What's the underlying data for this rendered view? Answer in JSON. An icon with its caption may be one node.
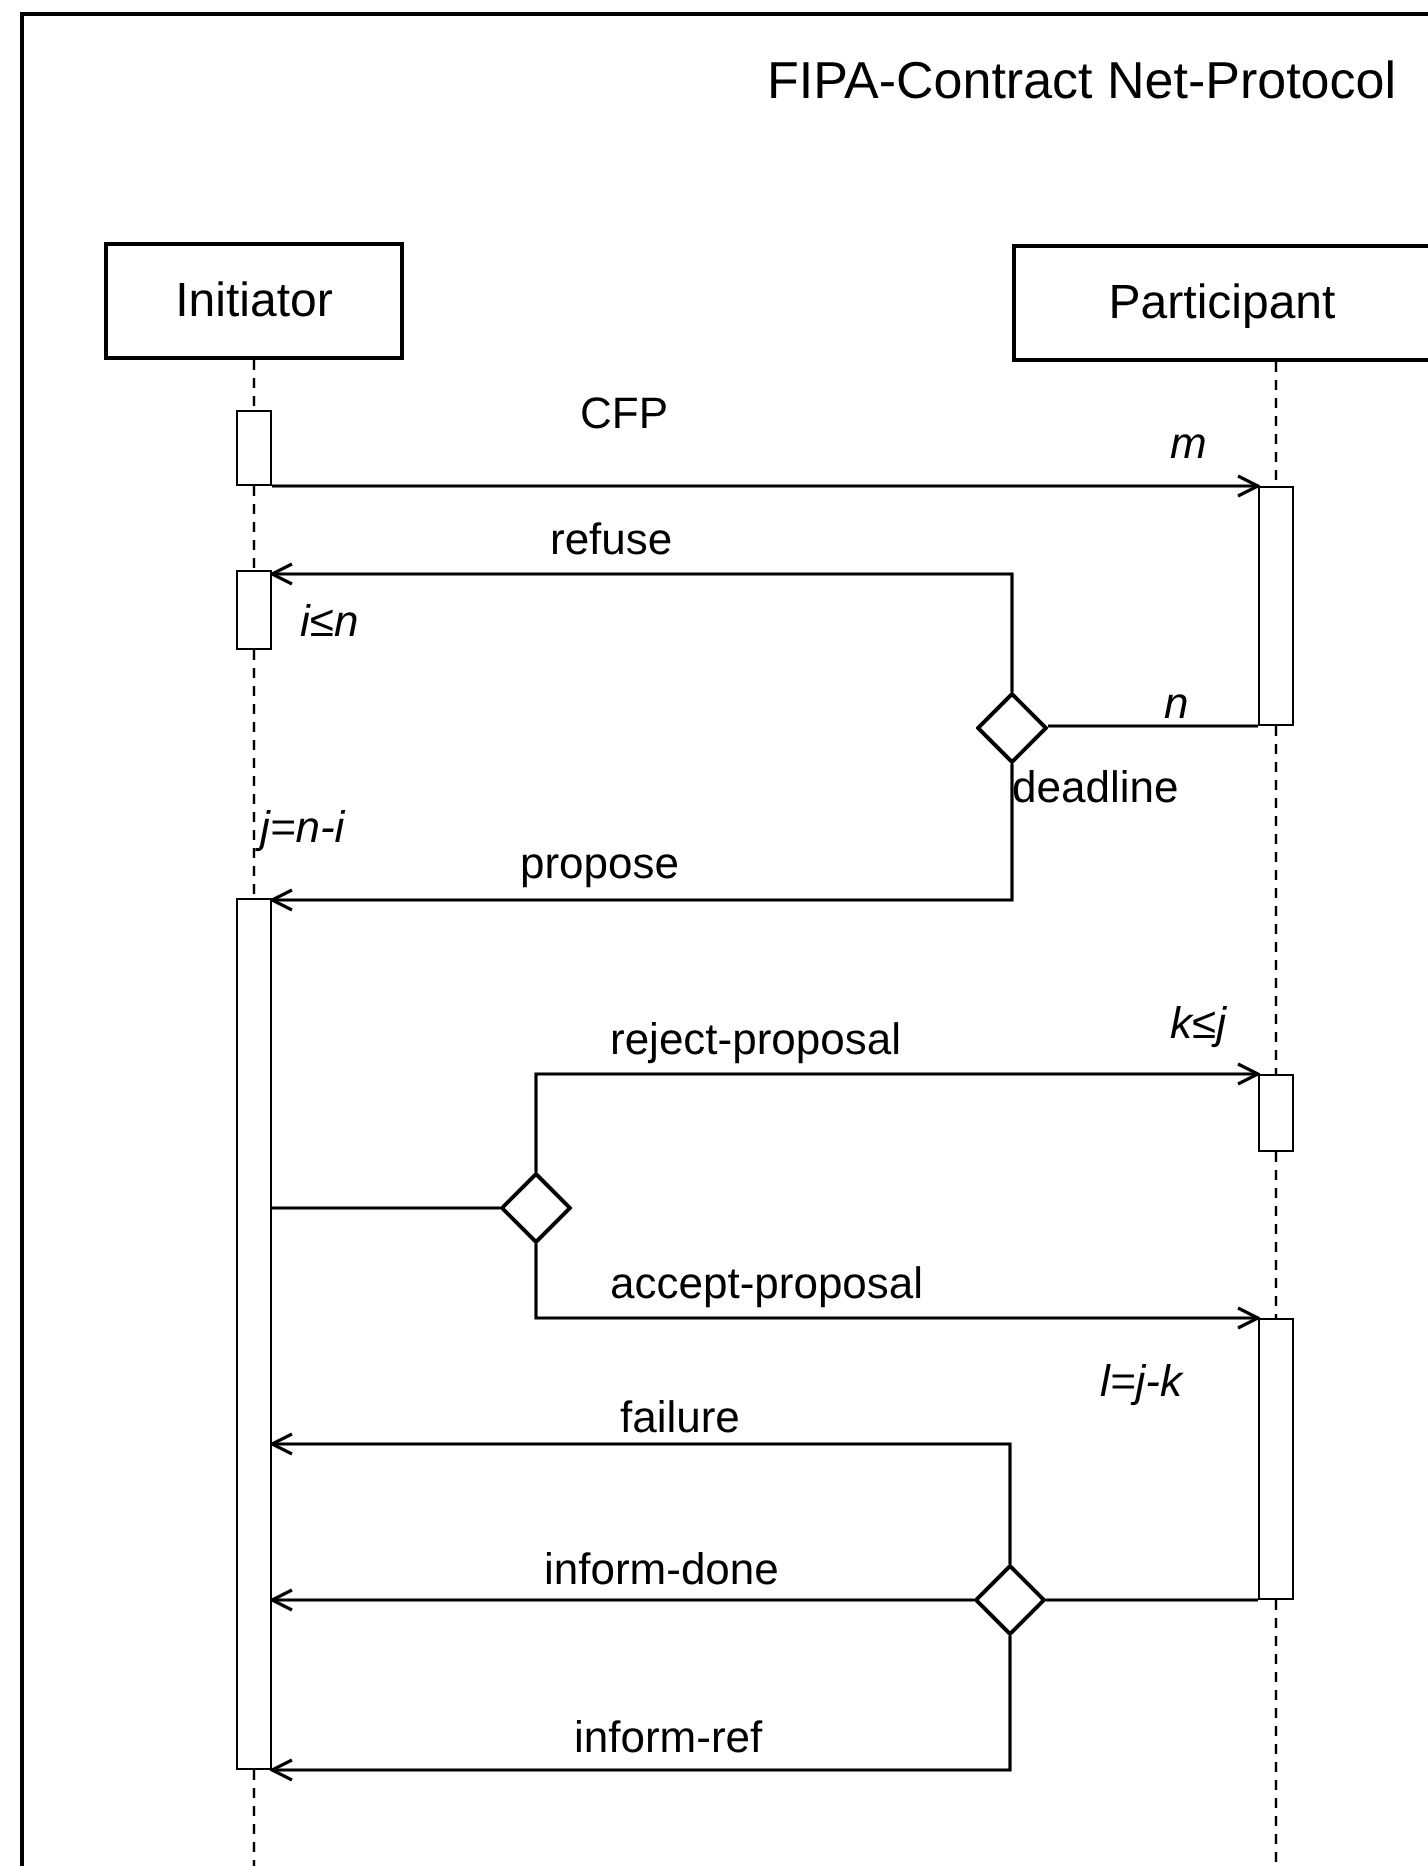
{
  "diagram": {
    "title": "FIPA-Contract Net-Protocol",
    "nodes": [
      {
        "text": [
          "Initiator"
        ]
      },
      {
        "text": [
          "Participant"
        ]
      },
      {
        "text": [],
        "shape": "bar"
      },
      {
        "text": [],
        "shape": "bar",
        "beside": [
          "m"
        ]
      },
      {
        "text": [],
        "shape": "bar",
        "beside": [
          "i≤n"
        ]
      },
      {
        "text": [],
        "shape": "diamond",
        "beside": [
          "deadline"
        ]
      },
      {
        "text": [],
        "shape": "bar",
        "beside": [
          "j=n-i"
        ]
      },
      {
        "text": [],
        "shape": "diamond"
      },
      {
        "text": [],
        "shape": "bar",
        "beside": [
          "k≤j"
        ]
      },
      {
        "text": [],
        "shape": "bar",
        "beside": [
          "l=j-k"
        ]
      },
      {
        "text": [],
        "shape": "diamond"
      }
    ],
    "edges": [
      {
        "from": 2,
        "to": 3,
        "arrow": "to",
        "label": "CFP"
      },
      {
        "from": 3,
        "to": 5,
        "arrow": "none",
        "label": "n"
      },
      {
        "from": 5,
        "to": 4,
        "arrow": "to",
        "label": "refuse"
      },
      {
        "from": 5,
        "to": 6,
        "arrow": "to",
        "label": "propose"
      },
      {
        "from": 6,
        "to": 7,
        "arrow": "none"
      },
      {
        "from": 7,
        "to": 8,
        "arrow": "to",
        "label": "reject-proposal"
      },
      {
        "from": 7,
        "to": 9,
        "arrow": "to",
        "label": "accept-proposal"
      },
      {
        "from": 9,
        "to": 10,
        "arrow": "none"
      },
      {
        "from": 10,
        "to": 6,
        "arrow": "to",
        "label": "failure"
      },
      {
        "from": 10,
        "to": 6,
        "arrow": "to",
        "label": "inform-done"
      },
      {
        "from": 10,
        "to": 6,
        "arrow": "to",
        "label": "inform-ref"
      },
      {
        "from": 0,
        "to": 2,
        "arrow": "none",
        "style": "dashed"
      },
      {
        "from": 2,
        "to": 4,
        "arrow": "none",
        "style": "dashed"
      },
      {
        "from": 4,
        "to": 6,
        "arrow": "none",
        "style": "dashed"
      },
      {
        "from": 6,
        "to": null,
        "arrow": "none",
        "style": "dashed"
      },
      {
        "from": 1,
        "to": 3,
        "arrow": "none",
        "style": "dashed"
      },
      {
        "from": 3,
        "to": 8,
        "arrow": "none",
        "style": "dashed"
      },
      {
        "from": 8,
        "to": 9,
        "arrow": "none",
        "style": "dashed"
      },
      {
        "from": 9,
        "to": null,
        "arrow": "none",
        "style": "dashed"
      }
    ]
  }
}
